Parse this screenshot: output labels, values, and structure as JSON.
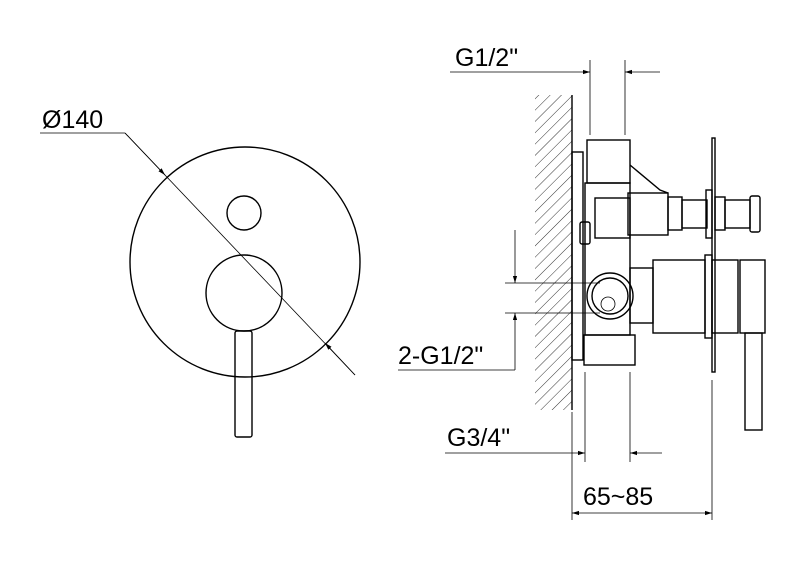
{
  "labels": {
    "diameter": "Ø140",
    "top_inlet": "G1/2\"",
    "side_inlets": "2-G1/2\"",
    "outlet": "G3/4\"",
    "depth_range": "65~85"
  },
  "colors": {
    "line": "#000000",
    "background": "#ffffff"
  }
}
